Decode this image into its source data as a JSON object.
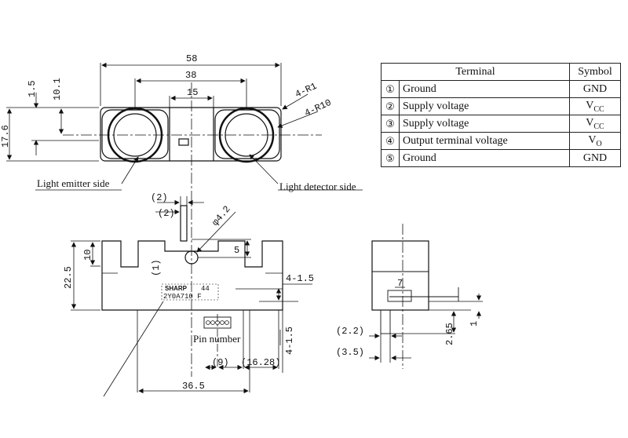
{
  "drawing": {
    "top_view": {
      "dims": {
        "width_overall": "58",
        "lens_pitch": "38",
        "center_gap": "15",
        "height_overall": "17.6",
        "dim_1_5": "1.5",
        "dim_10_1": "10.1",
        "corner_r1": "4-R1",
        "corner_r10": "4-R10"
      },
      "labels": {
        "emitter": "Light emitter side",
        "detector": "Light detector side"
      }
    },
    "front_view": {
      "dims": {
        "d2_top": "(2)",
        "d2_inner": "(2)",
        "hole_dia": "φ4.2",
        "d5": "5",
        "d10": "10",
        "d22_5": "22.5",
        "d1_paren": "(1)",
        "d4_1_5_top": "4-1.5",
        "d4_1_5_bottom": "4-1.5",
        "d9": "(9)",
        "d16_28": "(16.28)",
        "d36_5": "36.5"
      },
      "marking": {
        "brand": "SHARP",
        "lot": "44",
        "model": "2Y0A710 F"
      },
      "pin_label": "Pin number"
    },
    "side_view": {
      "dims": {
        "d2_2": "(2.2)",
        "d3_5": "(3.5)",
        "d2_65": "2.65",
        "d1": "1",
        "d7": "7"
      }
    }
  },
  "terminal_table": {
    "headers": {
      "terminal": "Terminal",
      "symbol": "Symbol"
    },
    "rows": [
      {
        "num": "①",
        "terminal": "Ground",
        "symbol": "GND"
      },
      {
        "num": "②",
        "terminal": "Supply voltage",
        "symbol": "VCC"
      },
      {
        "num": "③",
        "terminal": "Supply voltage",
        "symbol": "VCC"
      },
      {
        "num": "④",
        "terminal": "Output terminal voltage",
        "symbol": "VO"
      },
      {
        "num": "⑤",
        "terminal": "Ground",
        "symbol": "GND"
      }
    ]
  }
}
